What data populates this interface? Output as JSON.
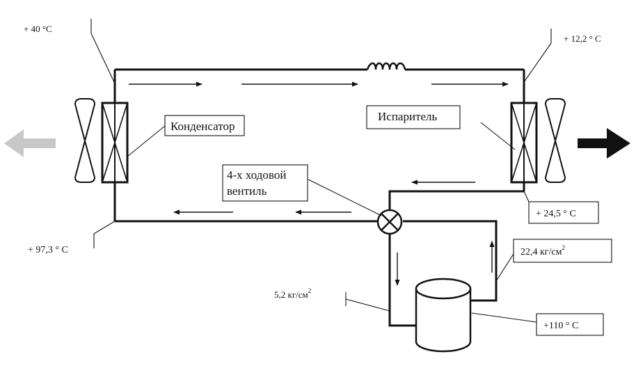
{
  "colors": {
    "line": "#111111",
    "left_arrow": "#c8c8c8",
    "right_arrow": "#111111"
  },
  "labels": {
    "condenser": "Конденсатор",
    "evaporator": "Испаритель",
    "valve_line1": "4-х ходовой",
    "valve_line2": "вентиль"
  },
  "readings": {
    "t_top_left": "+ 40 °C",
    "t_top_right": "+ 12,2 ° C",
    "t_bottom_left": "+ 97,3 ° C",
    "t_evap_out": "+ 24,5 ° C",
    "p_high_value": "22,4 кг/см",
    "p_high_sup": "2",
    "p_low_value": "5,2 кг/см",
    "p_low_sup": "2",
    "t_compressor": "+110 ° C"
  },
  "icons": {
    "fan_left": "fan-icon",
    "fan_right": "fan-icon",
    "valve": "four-way-valve-icon",
    "compressor": "compressor-icon",
    "capillary": "capillary-coil-icon"
  }
}
